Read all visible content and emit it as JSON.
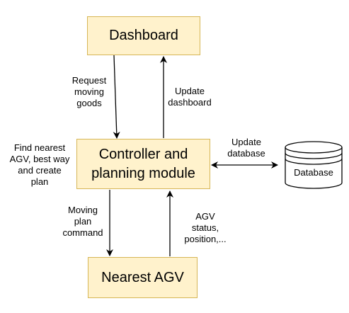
{
  "nodes": {
    "dashboard": "Dashboard",
    "controller": "Controller and\nplanning module",
    "agv": "Nearest AGV",
    "database": "Database"
  },
  "edges": {
    "request_moving_goods": "Request\nmoving\ngoods",
    "update_dashboard": "Update\ndashboard",
    "find_nearest": "Find nearest\nAGV, best way\nand create\nplan",
    "update_database": "Update\ndatabase",
    "moving_plan_command": "Moving\nplan\ncommand",
    "agv_status": "AGV\nstatus,\nposition,..."
  },
  "colors": {
    "box_fill": "#fff2cc",
    "box_stroke": "#d6b656",
    "line": "#000000"
  }
}
